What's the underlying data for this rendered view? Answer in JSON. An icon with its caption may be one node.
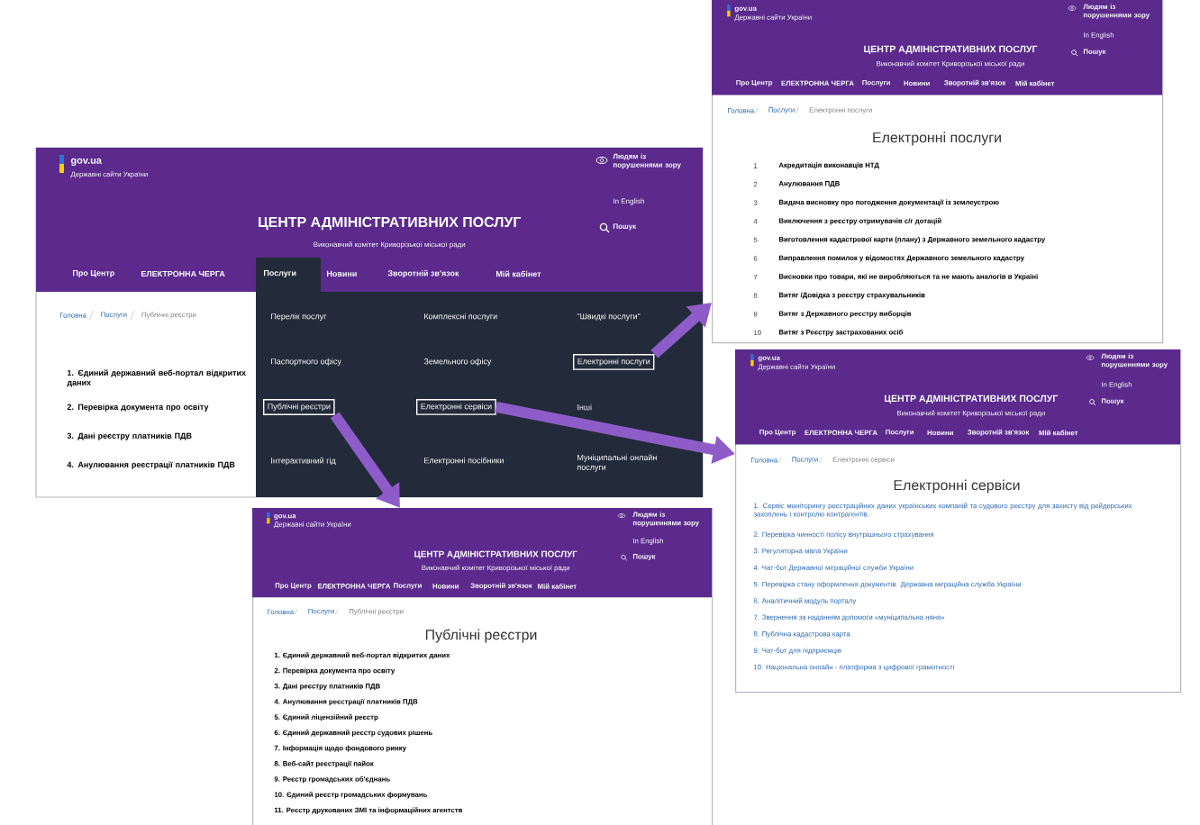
{
  "diagram": {
    "nodes": [
      {
        "text": [
          "Електронні послуги"
        ]
      },
      {
        "text": [
          "Електронні послуги"
        ]
      },
      {
        "text": [
          "Публічні реєстри"
        ]
      },
      {
        "text": [
          "Електронні сервіси"
        ]
      },
      {
        "text": [
          "Електронні сервіси"
        ]
      },
      {
        "text": [
          "Публічні реєстри"
        ]
      }
    ],
    "edges": [
      {
        "from": 1,
        "to": 0,
        "arrow": "to"
      },
      {
        "from": 2,
        "to": 5,
        "arrow": "to"
      },
      {
        "from": 3,
        "to": 4,
        "arrow": "to"
      }
    ],
    "labels": [
      "gov.ua",
      "Державні сайти України",
      "ЦЕНТР АДМІНІСТРАТИВНИХ ПОСЛУГ",
      "Виконавчий комітет Криворізької міської ради",
      "Людям із порушеннями зору",
      "In English",
      "Пошук",
      "Про Центр",
      "ЕЛЕКТРОННА ЧЕРГА",
      "Послуги",
      "Новини",
      "Зворотній зв'язок",
      "Мій кабінет",
      "Головна",
      "Послуги",
      "Електронні послуги",
      "1",
      "Акредитація виконавців НТД",
      "2",
      "Анулювання ПДВ",
      "3",
      "Видача висновку про погодження документації із землеустрою",
      "4",
      "Виключення з реєстру отримувачів с/г дотацій",
      "5",
      "Виготовлення кадастрової карти (плану) з Державного земельного кадастру",
      "6",
      "Виправлення помилок у відомостях Державного земельного кадастру",
      "7",
      "Висновки про товари, які не виробляються та не мають аналогів в Україні",
      "8",
      "Витяг /Довідка з реєстру страхувальників",
      "9",
      "Витяг з Державного реєстру виборців",
      "10",
      "Витяг з Реєстру застрахованих осіб",
      "gov.ua",
      "Державні сайти України",
      "ЦЕНТР АДМІНІСТРАТИВНИХ ПОСЛУГ",
      "Виконавчий комітет Криворізької міської ради",
      "Людям із порушеннями зору",
      "In English",
      "Пошук",
      "Про Центр",
      "ЕЛЕКТРОННА ЧЕРГА",
      "Послуги",
      "Новини",
      "Зворотній зв'язок",
      "Мій кабінет",
      "Головна",
      "Послуги",
      "Публічні реєстри",
      "Перелік послуг",
      "Комплексні послуги",
      "\"Швидкі послуги\"",
      "Паспортного офісу",
      "Земельного офісу",
      "Інші",
      "Інтерактивний гід",
      "Електронні посібники",
      "Муніципальні онлайн послуги",
      "1. Єдиний державний веб-портал відкритих даних",
      "2. Перевірка документа про освіту",
      "3. Дані реєстру платників ПДВ",
      "4. Анулювання реєстрації платників ПДВ",
      "gov.ua",
      "Державні сайти України",
      "ЦЕНТР АДМІНІСТРАТИВНИХ ПОСЛУГ",
      "Виконавчий комітет Криворізької міської ради",
      "Людям із порушеннями зору",
      "In English",
      "Пошук",
      "Про Центр",
      "ЕЛЕКТРОННА ЧЕРГА",
      "Послуги",
      "Новини",
      "Зворотній зв'язок",
      "Мій кабінет",
      "Головна",
      "Послуги",
      "Електронні сервіси",
      "1. Сервіс моніторингу реєстраційних даних українських компаній та судового реєстру для захисту від рейдерських захоплень і контролю контрагентів.",
      "2. Перевірка чинності полісу внутрішнього страхування",
      "3. Регуляторна мапа України",
      "4. Чат-бот Державної міграційної служби України",
      "5. Перевірка стану оформлення документів. Державна міграційна служба України",
      "6. Аналітичний модуль порталу",
      "7. Звернення за наданням допомоги «муніципальна няня»",
      "8. Публічна кадастрова карта",
      "9. Чат-бот для підприємців",
      "10. Національна онлайн - платформа з цифрової грамотності",
      "gov.ua",
      "Державні сайти України",
      "ЦЕНТР АДМІНІСТРАТИВНИХ ПОСЛУГ",
      "Виконавчий комітет Криворізької міської ради",
      "Людям із порушеннями зору",
      "In English",
      "Пошук",
      "Про Центр",
      "ЕЛЕКТРОННА ЧЕРГА",
      "Послуги",
      "Новини",
      "Зворотній зв'язок",
      "Мій кабінет",
      "Головна",
      "Послуги",
      "Публічні реєстри",
      "1. Єдиний державний веб-портал відкритих даних",
      "2. Перевірка документа про освіту",
      "3. Дані реєстру платників ПДВ",
      "4. Анулювання реєстрації платників ПДВ",
      "5. Єдиний ліцензійний реєстр",
      "6. Єдиний державний реєстр судових рішень",
      "7. Інформація щодо фондового ринку",
      "8. Веб-сайт реєстрації пайок",
      "9. Реєстр громадських об'єднань",
      "10. Єдиний реєстр громадських формувань",
      "11. Реєстр друкованих ЗМІ та інформаційних агентств"
    ]
  }
}
